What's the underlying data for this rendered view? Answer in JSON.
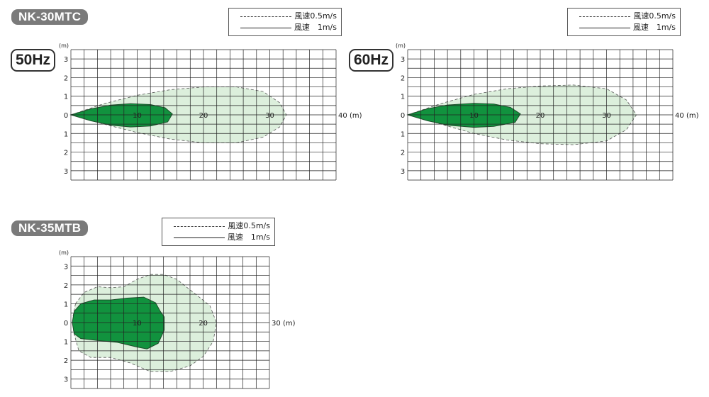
{
  "charts": [
    {
      "model": "NK-30MTC",
      "freq": "50Hz",
      "legend": [
        {
          "style": "dashed",
          "label": "風速0.5m/s"
        },
        {
          "style": "solid",
          "label": "風速　1m/s"
        }
      ],
      "y_unit": "(m)",
      "x_unit": "(m)",
      "x_ticks": [
        "10",
        "20",
        "30",
        "40"
      ],
      "y_ticks_above": [
        "1",
        "2",
        "3"
      ],
      "y_ticks_below": [
        "1",
        "2",
        "3"
      ],
      "y_zero": "0",
      "x_range": [
        0,
        40
      ],
      "y_range": [
        -3.5,
        3.5
      ],
      "zones": [
        {
          "name": "風速0.5m/s",
          "color": "#dcefdc",
          "outline": [
            [
              0,
              0
            ],
            [
              5,
              0.6
            ],
            [
              10,
              1.05
            ],
            [
              15,
              1.35
            ],
            [
              20,
              1.5
            ],
            [
              25,
              1.5
            ],
            [
              29,
              1.25
            ],
            [
              31.5,
              0.65
            ],
            [
              32.5,
              0
            ],
            [
              31.5,
              -0.65
            ],
            [
              29,
              -1.2
            ],
            [
              25,
              -1.5
            ],
            [
              20,
              -1.5
            ],
            [
              15,
              -1.3
            ],
            [
              10,
              -0.95
            ],
            [
              5,
              -0.5
            ],
            [
              0,
              0
            ]
          ]
        },
        {
          "name": "風速1m/s",
          "color": "#11923e",
          "outline": [
            [
              0,
              0
            ],
            [
              3,
              0.32
            ],
            [
              6,
              0.52
            ],
            [
              9,
              0.6
            ],
            [
              12,
              0.55
            ],
            [
              14.2,
              0.38
            ],
            [
              15.3,
              0.05
            ],
            [
              14.6,
              -0.38
            ],
            [
              12,
              -0.6
            ],
            [
              9,
              -0.65
            ],
            [
              6,
              -0.55
            ],
            [
              3,
              -0.32
            ],
            [
              0,
              0
            ]
          ]
        }
      ]
    },
    {
      "model": "",
      "freq": "60Hz",
      "legend": [
        {
          "style": "dashed",
          "label": "風速0.5m/s"
        },
        {
          "style": "solid",
          "label": "風速　1m/s"
        }
      ],
      "y_unit": "(m)",
      "x_unit": "(m)",
      "x_ticks": [
        "10",
        "20",
        "30",
        "40"
      ],
      "y_ticks_above": [
        "1",
        "2",
        "3"
      ],
      "y_ticks_below": [
        "1",
        "2",
        "3"
      ],
      "y_zero": "0",
      "x_range": [
        0,
        40
      ],
      "y_range": [
        -3.5,
        3.5
      ],
      "zones": [
        {
          "name": "風速0.5m/s",
          "color": "#dcefdc",
          "outline": [
            [
              0,
              0
            ],
            [
              5,
              0.6
            ],
            [
              10,
              1.1
            ],
            [
              15,
              1.4
            ],
            [
              20,
              1.55
            ],
            [
              25,
              1.6
            ],
            [
              30,
              1.4
            ],
            [
              33,
              0.8
            ],
            [
              34.5,
              0
            ],
            [
              33,
              -0.8
            ],
            [
              30,
              -1.4
            ],
            [
              25,
              -1.6
            ],
            [
              20,
              -1.55
            ],
            [
              15,
              -1.35
            ],
            [
              10,
              -1.0
            ],
            [
              5,
              -0.5
            ],
            [
              0,
              0
            ]
          ]
        },
        {
          "name": "風速1m/s",
          "color": "#11923e",
          "outline": [
            [
              0,
              0
            ],
            [
              3,
              0.33
            ],
            [
              6,
              0.53
            ],
            [
              10,
              0.62
            ],
            [
              13,
              0.58
            ],
            [
              15.5,
              0.4
            ],
            [
              17,
              0.05
            ],
            [
              16.2,
              -0.4
            ],
            [
              13,
              -0.62
            ],
            [
              10,
              -0.67
            ],
            [
              6,
              -0.55
            ],
            [
              3,
              -0.32
            ],
            [
              0,
              0
            ]
          ]
        }
      ]
    },
    {
      "model": "NK-35MTB",
      "freq": "",
      "legend": [
        {
          "style": "dashed",
          "label": "風速0.5m/s"
        },
        {
          "style": "solid",
          "label": "風速　1m/s"
        }
      ],
      "y_unit": "(m)",
      "x_unit": "(m)",
      "x_ticks": [
        "10",
        "20",
        "30"
      ],
      "y_ticks_above": [
        "1",
        "2",
        "3"
      ],
      "y_ticks_below": [
        "1",
        "2",
        "3"
      ],
      "y_zero": "0",
      "x_range": [
        0,
        30
      ],
      "y_range": [
        -3.5,
        3.5
      ],
      "zones": [
        {
          "name": "風速0.5m/s",
          "color": "#dcefdc",
          "outline": [
            [
              0.7,
              1.0
            ],
            [
              2,
              1.6
            ],
            [
              4,
              1.9
            ],
            [
              6,
              1.85
            ],
            [
              8,
              1.9
            ],
            [
              10,
              2.3
            ],
            [
              12,
              2.55
            ],
            [
              14,
              2.55
            ],
            [
              16,
              2.3
            ],
            [
              18.5,
              1.6
            ],
            [
              21,
              0.9
            ],
            [
              22,
              0
            ],
            [
              21.5,
              -1.0
            ],
            [
              20,
              -1.8
            ],
            [
              18,
              -2.3
            ],
            [
              15,
              -2.6
            ],
            [
              12,
              -2.6
            ],
            [
              9,
              -2.15
            ],
            [
              6,
              -1.85
            ],
            [
              3,
              -1.85
            ],
            [
              1.2,
              -1.5
            ],
            [
              0.4,
              -0.5
            ],
            [
              0.3,
              0.3
            ],
            [
              0.7,
              1.0
            ]
          ]
        },
        {
          "name": "風速1m/s",
          "color": "#11923e",
          "outline": [
            [
              0.5,
              0.6
            ],
            [
              1.5,
              1.0
            ],
            [
              3.5,
              1.2
            ],
            [
              6,
              1.2
            ],
            [
              8.5,
              1.3
            ],
            [
              11,
              1.35
            ],
            [
              12.8,
              1.05
            ],
            [
              13.5,
              0.6
            ],
            [
              14.1,
              0.3
            ],
            [
              14.1,
              -0.4
            ],
            [
              13.2,
              -1.1
            ],
            [
              11.5,
              -1.4
            ],
            [
              10,
              -1.3
            ],
            [
              7,
              -1.05
            ],
            [
              4,
              -0.95
            ],
            [
              1.5,
              -0.85
            ],
            [
              0.5,
              -0.6
            ],
            [
              0.2,
              0
            ],
            [
              0.5,
              0.6
            ]
          ]
        }
      ]
    }
  ]
}
